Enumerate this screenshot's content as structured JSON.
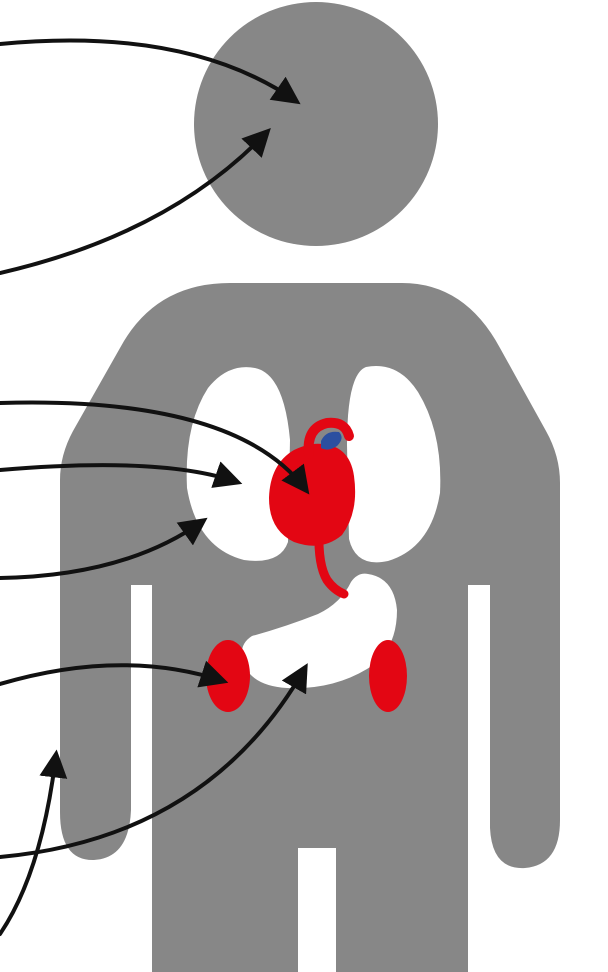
{
  "figure": {
    "kind": "anatomy-diagram",
    "labels": [],
    "colors": {
      "background": "#ffffff",
      "body": "#878787",
      "organ_white": "#ffffff",
      "organ_red": "#e30613",
      "vein_blue": "#2b4fa0",
      "arrow": "#111111"
    },
    "parts": [
      "head",
      "torso",
      "left-arm",
      "right-arm",
      "left-lung",
      "right-lung",
      "heart",
      "aorta",
      "pancreas",
      "left-kidney",
      "right-kidney",
      "leg-gap"
    ],
    "arrows": [
      "head-arrow-upper",
      "head-arrow-lower",
      "heart-arrow",
      "lung-arrow-upper",
      "lung-arrow-lower",
      "kidney-arrow",
      "pancreas-arrow",
      "arm-arrow"
    ]
  }
}
